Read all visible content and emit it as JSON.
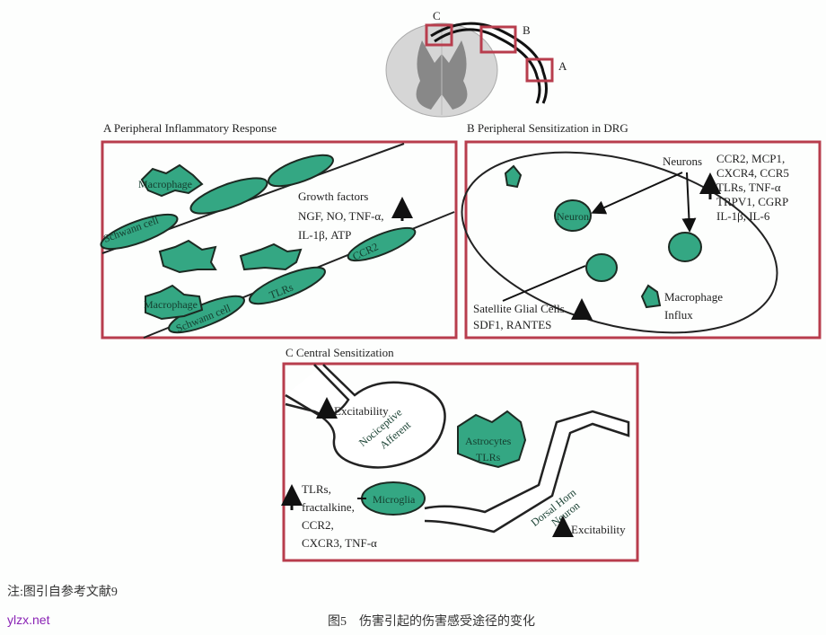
{
  "overview": {
    "label_a": "A",
    "label_b": "B",
    "label_c": "C"
  },
  "panel_a": {
    "title": "A  Peripheral Inflammatory Response",
    "macrophage_1": "Macrophage",
    "macrophage_2": "Macrophage",
    "schwann_1": "Schwann cell",
    "schwann_2": "Schwann cell",
    "tlrs": "TLRs",
    "ccr2": "CCR2",
    "growth_line1": "Growth factors",
    "growth_line2": "NGF, NO, TNF-α,",
    "growth_line3": "IL-1β, ATP"
  },
  "panel_b": {
    "title": "B  Peripheral Sensitization in DRG",
    "neurons": "Neurons",
    "neuron": "Neuron",
    "markers": [
      "CCR2, MCP1,",
      "CXCR4, CCR5",
      "TLRs, TNF-α",
      "TRPV1, CGRP",
      "IL-1β, IL-6"
    ],
    "satellite_line1": "Satellite Glial Cells",
    "satellite_line2": "SDF1, RANTES",
    "macrophage_line1": "Macrophage",
    "macrophage_line2": "Influx"
  },
  "panel_c": {
    "title": "C  Central Sensitization",
    "excitability_1": "Excitability",
    "afferent_line1": "Nociceptive",
    "afferent_line2": "Afferent",
    "astro_line1": "Astrocytes",
    "astro_line2": "TLRs",
    "microglia": "Microglia",
    "micro_markers": [
      "TLRs,",
      "fractalkine,",
      "CCR2,",
      "CXCR3, TNF-α"
    ],
    "dorsal_line1": "Dorsal Horn",
    "dorsal_line2": "Neuron",
    "excitability_2": "Excitability"
  },
  "footer": {
    "note": "注:图引自参考文献9",
    "source": "ylzx.net",
    "caption": "图5　伤害引起的伤害感受途径的变化"
  },
  "colors": {
    "cell_green": "#34a783",
    "box_red": "#b83d4d"
  }
}
